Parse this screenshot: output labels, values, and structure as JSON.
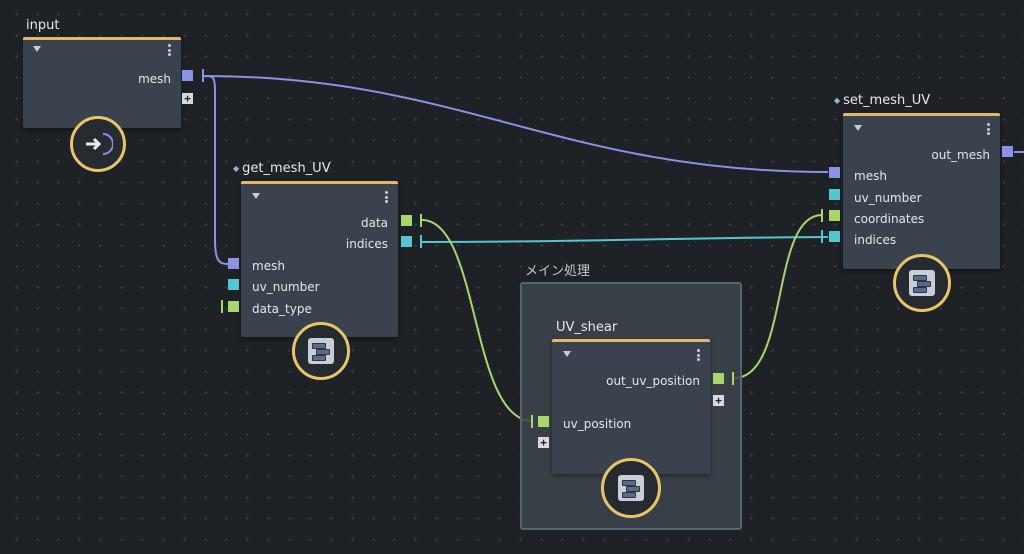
{
  "nodes": {
    "input": {
      "title": "input",
      "ports": {
        "mesh": "mesh"
      },
      "icon": "arrow-in-icon"
    },
    "get_mesh_uv": {
      "title": "get_mesh_UV",
      "outputs": [
        "data",
        "indices"
      ],
      "inputs": [
        "mesh",
        "uv_number",
        "data_type"
      ],
      "icon": "command-icon"
    },
    "set_mesh_uv": {
      "title": "set_mesh_UV",
      "outputs": [
        "out_mesh"
      ],
      "inputs": [
        "mesh",
        "uv_number",
        "coordinates",
        "indices"
      ],
      "icon": "command-icon"
    },
    "uv_shear": {
      "title": "UV_shear",
      "outputs": [
        "out_uv_position"
      ],
      "inputs": [
        "uv_position"
      ],
      "icon": "command-icon"
    }
  },
  "group": {
    "title": "メイン処理"
  },
  "colors": {
    "mesh": "#8a93e6",
    "uv": "#55c5d0",
    "data": "#a6d66c",
    "accent": "#e0b867"
  }
}
